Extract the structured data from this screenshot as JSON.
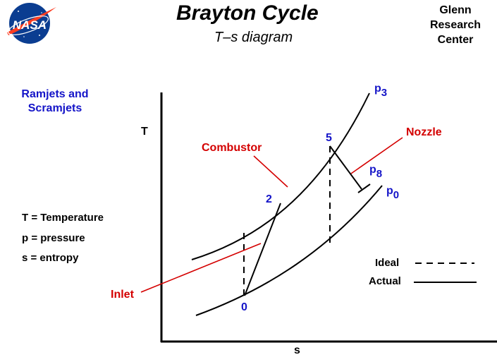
{
  "logo": {
    "text": "NASA"
  },
  "title": "Brayton  Cycle",
  "subtitle": "T–s  diagram",
  "center_lines": [
    "Glenn",
    "Research",
    "Center"
  ],
  "engine_type": "Ramjets and Scramjets",
  "axes": {
    "y_label": "T",
    "x_label": "s"
  },
  "pressure_labels": {
    "p3": {
      "base": "p",
      "sub": "3"
    },
    "p8": {
      "base": "p",
      "sub": "8"
    },
    "p0": {
      "base": "p",
      "sub": "0"
    }
  },
  "points": {
    "p0": "0",
    "p2": "2",
    "p5": "5"
  },
  "components": {
    "inlet": "Inlet",
    "combustor": "Combustor",
    "nozzle": "Nozzle"
  },
  "definitions": [
    "T = Temperature",
    "p = pressure",
    "s = entropy"
  ],
  "legend": {
    "ideal": "Ideal",
    "actual": "Actual"
  },
  "colors": {
    "text_blue": "#1414c8",
    "text_red": "#d40000",
    "nasa_blue": "#0b3d91",
    "nasa_red": "#fc3d21"
  }
}
